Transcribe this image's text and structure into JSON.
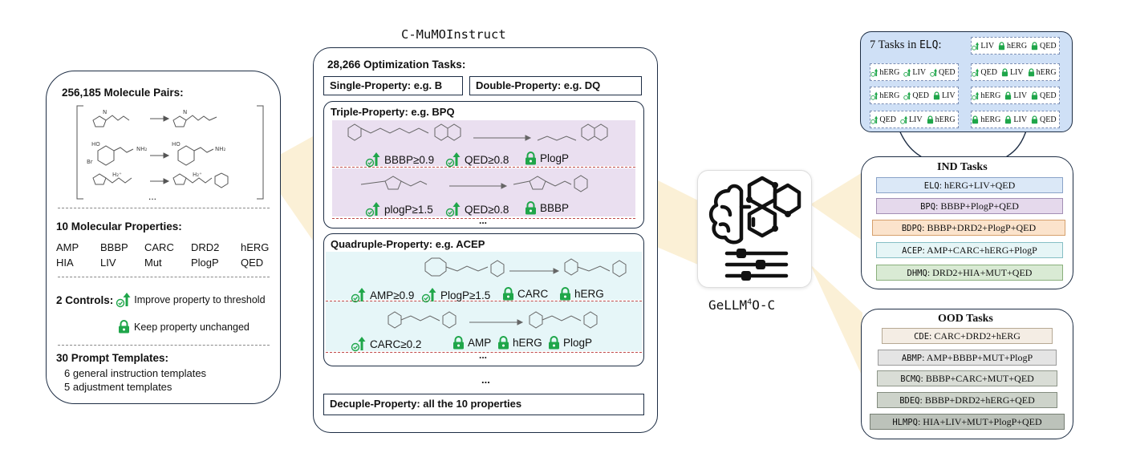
{
  "dataset_title": "C-MuMOInstruct",
  "model_name": "GeLLM",
  "model_sup": "4",
  "model_suffix": "O-C",
  "left_panel": {
    "pairs_title": "256,185 Molecule Pairs:",
    "ellipsis": "...",
    "props_title": "10 Molecular Properties:",
    "properties": [
      "AMP",
      "BBBP",
      "CARC",
      "DRD2",
      "hERG",
      "HIA",
      "LIV",
      "Mut",
      "PlogP",
      "QED"
    ],
    "controls_title": "2 Controls:",
    "control_improve": "Improve property to threshold",
    "control_keep": "Keep property unchanged",
    "templates_title": "30 Prompt Templates:",
    "templates_line1": "6 general instruction templates",
    "templates_line2": "5 adjustment templates"
  },
  "middle_panel": {
    "tasks_title": "28,266 Optimization Tasks:",
    "single": "Single-Property: e.g. B",
    "double": "Double-Property: e.g. DQ",
    "triple_title": "Triple-Property: e.g. BPQ",
    "triple_ex1": {
      "c1": "BBBP≥0.9",
      "c2": "QED≥0.8",
      "c3": "PlogP"
    },
    "triple_ex2": {
      "c1": "plogP≥1.5",
      "c2": "QED≥0.8",
      "c3": "BBBP"
    },
    "quad_title": "Quadruple-Property: e.g. ACEP",
    "quad_ex1": {
      "c1": "AMP≥0.9",
      "c2": "PlogP≥1.5",
      "c3": "CARC",
      "c4": "hERG"
    },
    "quad_ex2": {
      "c1": "CARC≥0.2",
      "c2": "AMP",
      "c3": "hERG",
      "c4": "PlogP"
    },
    "ellipsis": "...",
    "decuple": "Decuple-Property: all the 10 properties"
  },
  "elq_box": {
    "title_prefix": "7 Tasks in ",
    "title_code": "ELQ",
    "title_suffix": ":",
    "cells": [
      [
        {
          "t": "LIV",
          "i": "up"
        },
        {
          "t": "hERG",
          "i": "lock"
        },
        {
          "t": "QED",
          "i": "lock"
        }
      ],
      [
        {
          "t": "hERG",
          "i": "up"
        },
        {
          "t": "LIV",
          "i": "up"
        },
        {
          "t": "QED",
          "i": "up"
        }
      ],
      [
        {
          "t": "QED",
          "i": "up"
        },
        {
          "t": "LIV",
          "i": "lock"
        },
        {
          "t": "hERG",
          "i": "lock"
        }
      ],
      [
        {
          "t": "hERG",
          "i": "up"
        },
        {
          "t": "QED",
          "i": "up"
        },
        {
          "t": "LIV",
          "i": "lock"
        }
      ],
      [
        {
          "t": "hERG",
          "i": "up"
        },
        {
          "t": "LIV",
          "i": "lock"
        },
        {
          "t": "QED",
          "i": "lock"
        }
      ],
      [
        {
          "t": "QED",
          "i": "up"
        },
        {
          "t": "LIV",
          "i": "up"
        },
        {
          "t": "hERG",
          "i": "lock"
        }
      ],
      [
        {
          "t": "hERG",
          "i": "lock"
        },
        {
          "t": "LIV",
          "i": "lock"
        },
        {
          "t": "QED",
          "i": "lock"
        }
      ]
    ]
  },
  "ind_tasks": {
    "title": "IND Tasks",
    "items": [
      {
        "code": "ELQ",
        "desc": ": hERG+LIV+QED",
        "color": "#dbe8f7",
        "border": "#8aa3c8"
      },
      {
        "code": "BPQ",
        "desc": ": BBBP+PlogP+QED",
        "color": "#e5d9ec",
        "border": "#a38fb5"
      },
      {
        "code": "BDPQ",
        "desc": ": BBBP+DRD2+PlogP+QED",
        "color": "#fbe3cc",
        "border": "#d6a06d"
      },
      {
        "code": "ACEP",
        "desc": ": AMP+CARC+hERG+PlogP",
        "color": "#e6f5f6",
        "border": "#86bfc5"
      },
      {
        "code": "DHMQ",
        "desc": ": DRD2+HIA+MUT+QED",
        "color": "#d9ead4",
        "border": "#8ab07c"
      }
    ]
  },
  "ood_tasks": {
    "title": "OOD Tasks",
    "items": [
      {
        "code": "CDE",
        "desc": ": CARC+DRD2+hERG",
        "color": "#f4ede4",
        "border": "#b6a994"
      },
      {
        "code": "ABMP",
        "desc": ": AMP+BBBP+MUT+PlogP",
        "color": "#e4e4e4",
        "border": "#9a9a9a"
      },
      {
        "code": "BCMQ",
        "desc": ": BBBP+CARC+MUT+QED",
        "color": "#d9ddd6",
        "border": "#8f978a"
      },
      {
        "code": "BDEQ",
        "desc": ": BBBP+DRD2+hERG+QED",
        "color": "#cdd3ca",
        "border": "#838c7f"
      },
      {
        "code": "HLMPQ",
        "desc": ": HIA+LIV+MUT+PlogP+QED",
        "color": "#bcc2ba",
        "border": "#777f74"
      }
    ]
  },
  "colors": {
    "green": "#1fa64a",
    "panel_border": "#1d2d44",
    "triple_bg": "#eadff0",
    "quad_bg": "#e6f6f8",
    "elq_bg": "#cfe0f6",
    "beam": "#fbf0d6"
  }
}
